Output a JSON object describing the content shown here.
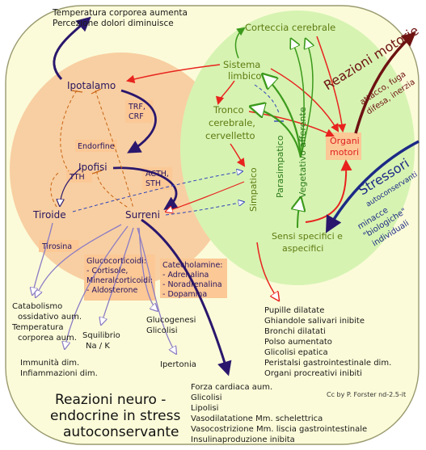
{
  "colors": {
    "outer_bg": "#fbfbd9",
    "outer_border": "#9a9a70",
    "hypo_zone": "#f8cfa2",
    "cns_zone": "#d6f3b2",
    "label_box": "#fbc896",
    "arrow_red": "#e8231d",
    "arrow_green": "#3c9a1c",
    "arrow_navy": "#2a176d",
    "arrow_brown": "#6e1212",
    "arrow_orange": "#c86414",
    "arrow_lilac": "#8c7cc4",
    "arrow_blue_dash": "#2f44b8",
    "text_navy": "#28145e",
    "text_olive": "#5e7a10",
    "text_green": "#2b7a18",
    "text_red": "#e02020"
  },
  "labels": {
    "top_effects": [
      "Temperatura corporea aumenta",
      "Percezione dolori diminuisce"
    ],
    "corteccia": "Corteccia cerebrale",
    "sistema_limbico": [
      "Sistema",
      "limbico"
    ],
    "ipotalamo": "Ipotalamo",
    "trf_crf": [
      "TRF,",
      "CRF"
    ],
    "tronco": [
      "Tronco",
      "cerebrale,",
      "cervelletto"
    ],
    "endorfine": "Endorfine",
    "ipofisi": "Ipofisi",
    "tth": "TTH",
    "acth_sth": [
      "ACTH,",
      "STH"
    ],
    "parasimpatico": "Parasimpatico",
    "vegetativo": "Vegetativo afferente",
    "simpatico": "Simpatico",
    "organi_motori": [
      "Organi",
      "motori"
    ],
    "reazioni_motorie": "Reazioni motorie",
    "motor_reactions": [
      "attacco, fuga",
      "difesa, inerzia"
    ],
    "stressori": "Stressori",
    "stressori_sub": "autoconservanti",
    "stressori_types": [
      "minacce",
      "\"biologiche\"",
      "individuali"
    ],
    "tiroide": "Tiroide",
    "surreni": "Surreni",
    "tirosina": "Tirosina",
    "gluco_box": [
      "Glucocorticoidi:",
      "- Cortisole,",
      "Mineralcorticoidi:",
      "- Aldosterone"
    ],
    "cate_box": [
      "Catecholamine:",
      "- Adrenalina",
      "- Noradrenalina",
      "- Dopamina"
    ],
    "sensi": [
      "Sensi specifici e",
      "aspecifici"
    ],
    "catabolismo": [
      "Catabolismo",
      "ossidativo aum.",
      "Temperatura",
      "corporea aum."
    ],
    "immunita": [
      "Immunità dim.",
      "Infiammazioni dim."
    ],
    "squilibrio": [
      "Squilibrio",
      "Na / K"
    ],
    "glucogenesi": [
      "Glucogenesi",
      "Glicolisi"
    ],
    "ipertonia": "Ipertonia",
    "pupille": [
      "Pupille dilatate",
      "Ghiandole salivari inibite",
      "Bronchi dilatati",
      "Polso aumentato",
      "Glicolisi epatica",
      "Peristalsi gastrointestinale dim.",
      "Organi procreativi inibiti"
    ],
    "forza": [
      "Forza cardiaca aum.",
      "Glicolisi",
      "Lipolisi",
      "Vasodilatatione Mm. schelettrica",
      "Vasocostrizione Mm. liscia gastrointestinale",
      "Insulinaproduzione inibita"
    ],
    "credit": "Cc by P. Forster nd-2.5-it",
    "title": [
      "Reazioni neuro -",
      "endocrine in stress",
      "autoconservante"
    ]
  }
}
